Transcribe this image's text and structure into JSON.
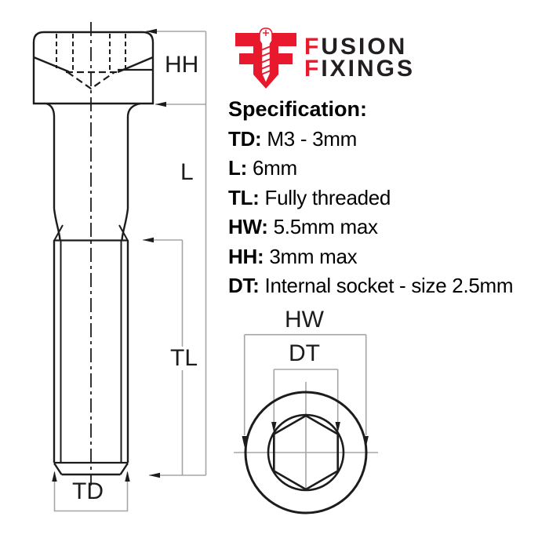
{
  "logo": {
    "brand_line1": {
      "first": "F",
      "rest": "USION"
    },
    "brand_line2": {
      "first": "F",
      "rest": "IXINGS"
    }
  },
  "specification": {
    "heading": "Specification:",
    "items": [
      {
        "key": "TD:",
        "value": "M3 - 3mm"
      },
      {
        "key": "L:",
        "value": "6mm"
      },
      {
        "key": "TL:",
        "value": "Fully threaded"
      },
      {
        "key": "HW:",
        "value": "5.5mm max"
      },
      {
        "key": "HH:",
        "value": "3mm max"
      },
      {
        "key": "DT:",
        "value": "Internal socket - size 2.5mm"
      }
    ]
  },
  "diagram": {
    "labels": {
      "head_height": "HH",
      "length": "L",
      "thread_length": "TL",
      "thread_diameter": "TD",
      "head_width": "HW",
      "drive_size": "DT"
    }
  },
  "colors": {
    "accent_red": "#e8192c",
    "line_black": "#1c1c1c",
    "dimension_gray": "#a5a5a5"
  }
}
